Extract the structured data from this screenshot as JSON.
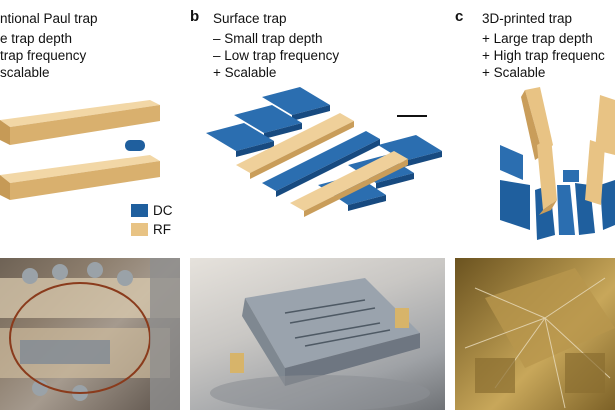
{
  "panel_a": {
    "title_partial": "ntional Paul trap",
    "bullets": [
      "e trap depth",
      "trap frequency",
      "scalable"
    ]
  },
  "panel_b": {
    "letter": "b",
    "title": "Surface trap",
    "bullets": [
      "– Small trap depth",
      "– Low trap frequency",
      "+ Scalable"
    ]
  },
  "panel_c": {
    "letter": "c",
    "title": "3D-printed trap",
    "bullets": [
      "+ Large trap depth",
      "+ High trap frequenc",
      "+ Scalable"
    ]
  },
  "legend": {
    "items": [
      {
        "label": "DC",
        "color": "#1f5f9e"
      },
      {
        "label": "RF",
        "color": "#e8c384"
      }
    ]
  },
  "colors": {
    "dc": "#1f5f9e",
    "rf": "#e8c384"
  }
}
